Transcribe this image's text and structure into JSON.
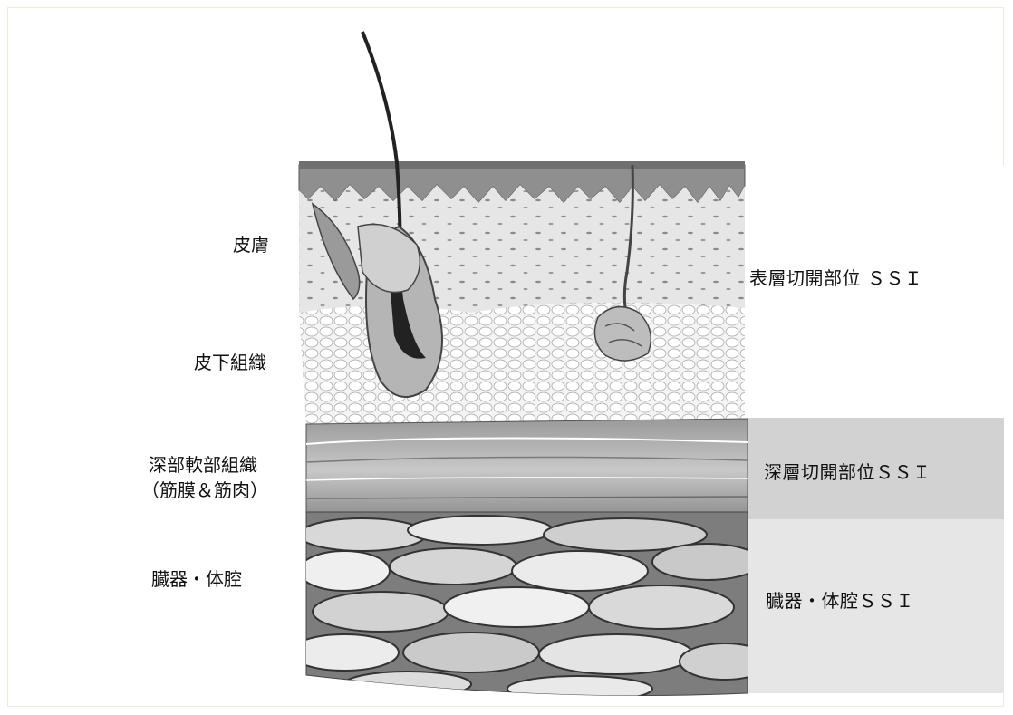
{
  "layer_labels": {
    "skin": "皮膚",
    "subcutaneous": "皮下組織",
    "deep_soft_tissue_line1": "深部軟部組織",
    "deep_soft_tissue_line2": "（筋膜＆筋肉）",
    "organ_space": "臓器・体腔"
  },
  "ssi_zones": {
    "superficial": "表層切開部位 ＳＳＩ",
    "deep": "深層切開部位ＳＳＩ",
    "organ_space": "臓器・体腔ＳＳＩ"
  },
  "colors": {
    "superficial_band": "#ffffff",
    "deep_band": "#d2d2d2",
    "organ_band": "#e6e6e6"
  }
}
